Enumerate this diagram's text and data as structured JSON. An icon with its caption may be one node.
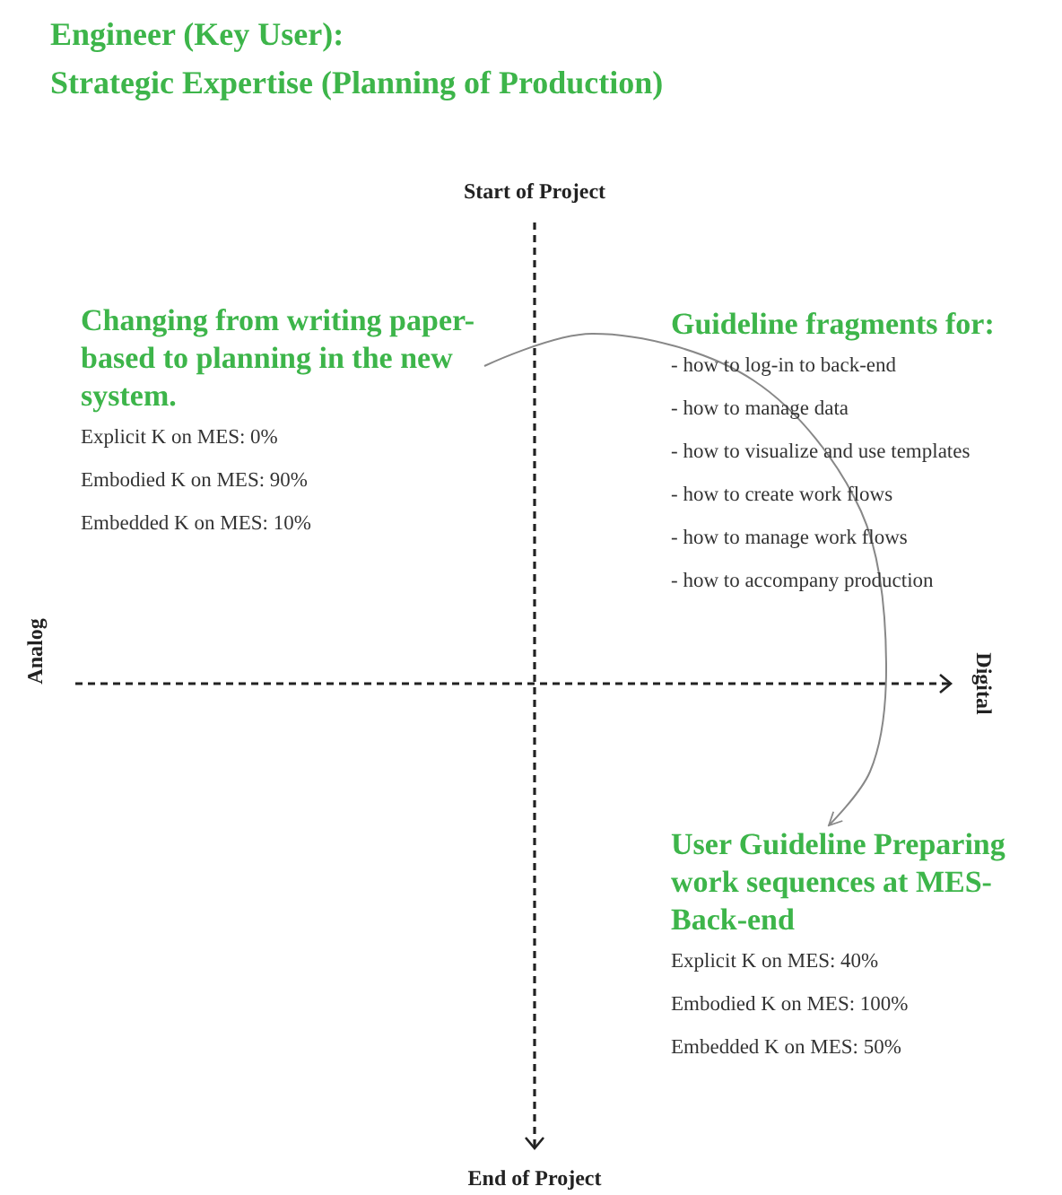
{
  "diagram": {
    "title": "Engineer (Key User): Strategic Expertise (Planning of Production)",
    "nodes": [
      {
        "text": [
          "Changing from writing paper-based to planning in the new system.",
          "Explicit K on MES: 0%",
          "Embodied K on MES: 90%",
          "Embedded K on MES: 10%"
        ]
      },
      {
        "text": [
          "Guideline fragments for:",
          "- how to log-in to back-end",
          "- how to manage data",
          "- how to visualize and use templates",
          "- how to create work flows",
          "- how to manage work flows",
          "- how to accompany production"
        ]
      },
      {
        "text": [
          "User Guideline Preparing work sequences at MES-Back-end",
          "Explicit K on MES: 40%",
          "Embodied K on MES: 100%",
          "Embedded K on MES: 50%"
        ]
      }
    ],
    "edges": [
      {
        "from": 0,
        "to": 2,
        "arrow": "to"
      }
    ],
    "labels": [
      "Start of Project",
      "Analog",
      "Digital",
      "End of Project"
    ]
  }
}
